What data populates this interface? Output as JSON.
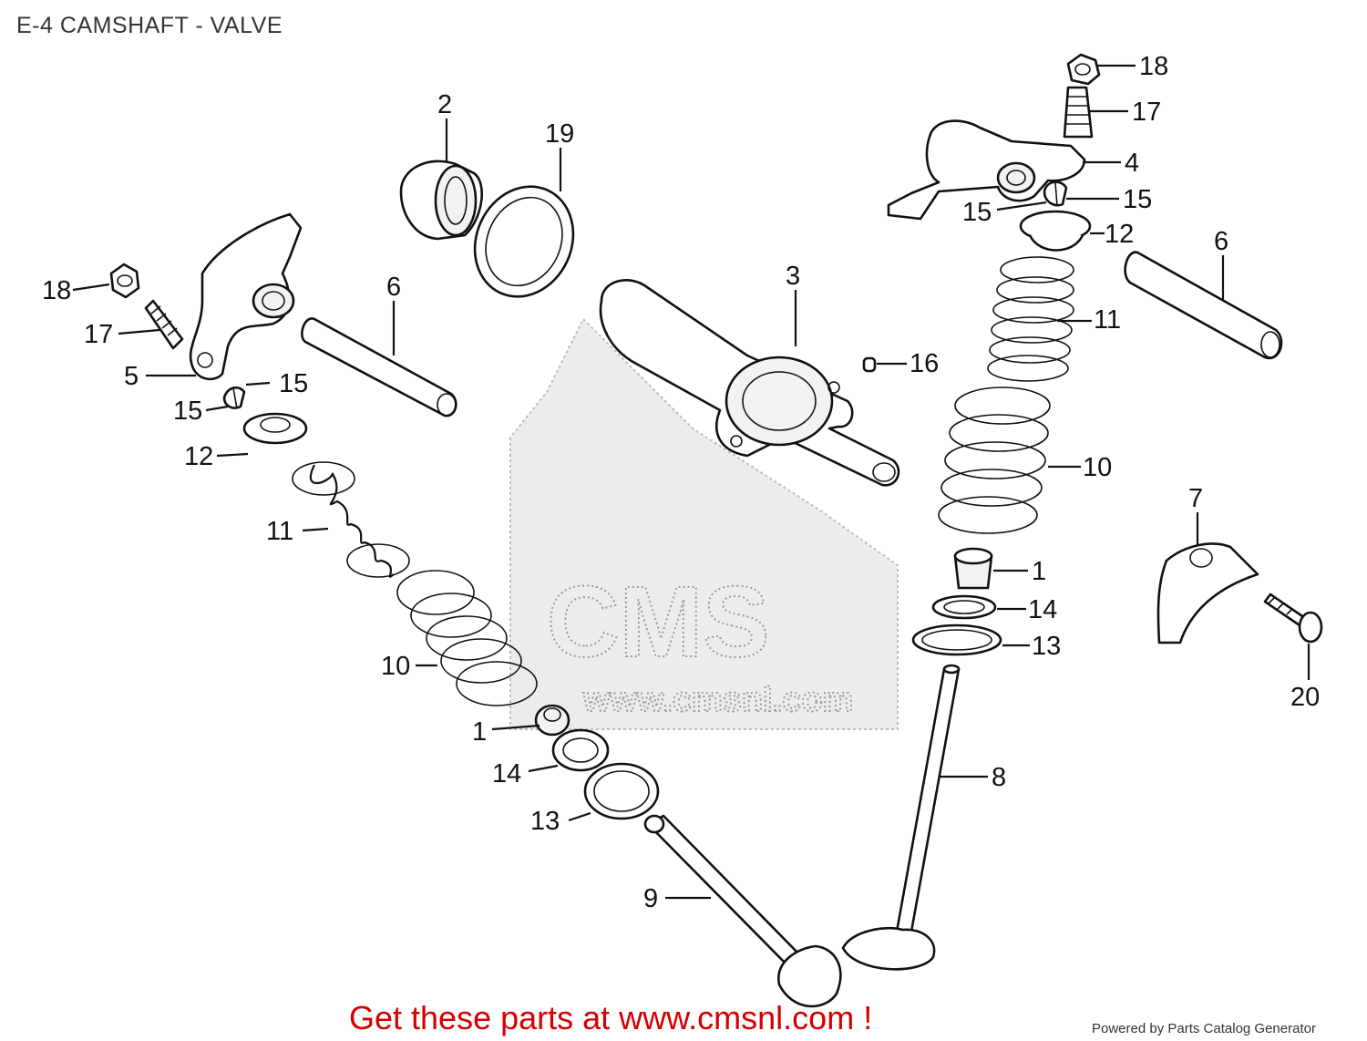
{
  "title": "E-4 CAMSHAFT - VALVE",
  "watermark": {
    "logo_text": "CMS",
    "site_text": "www.cmsnl.com"
  },
  "callouts": {
    "n1a": "1",
    "n1b": "1",
    "n2": "2",
    "n3": "3",
    "n4": "4",
    "n5": "5",
    "n6a": "6",
    "n6b": "6",
    "n7": "7",
    "n8": "8",
    "n9": "9",
    "n10a": "10",
    "n10b": "10",
    "n11a": "11",
    "n11b": "11",
    "n12a": "12",
    "n12b": "12",
    "n13a": "13",
    "n13b": "13",
    "n14a": "14",
    "n14b": "14",
    "n15a": "15",
    "n15b": "15",
    "n15c": "15",
    "n15d": "15",
    "n16": "16",
    "n17a": "17",
    "n17b": "17",
    "n18a": "18",
    "n18b": "18",
    "n19": "19",
    "n20": "20"
  },
  "footer": {
    "cta": "Get these parts at www.cmsnl.com !",
    "credit": "Powered by Parts Catalog Generator"
  },
  "colors": {
    "cta": "#d40000",
    "line": "#111111",
    "watermark": "#9a9a9a"
  }
}
